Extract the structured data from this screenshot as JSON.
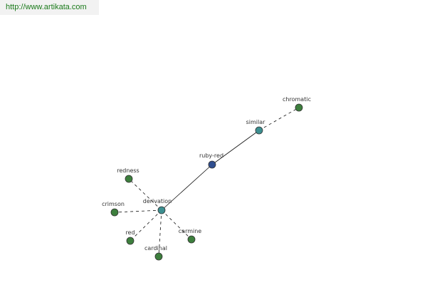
{
  "header": {
    "url_text": "http://www.artikata.com"
  },
  "colors": {
    "center_node": "#2f4e8f",
    "relation_node": "#3c8f90",
    "leaf_node": "#3d7f3d",
    "edge": "#111111"
  },
  "graph": {
    "nodes": [
      {
        "id": "ruby-red",
        "label": "ruby-red",
        "kind": "center",
        "icon": "center-node-icon"
      },
      {
        "id": "similar",
        "label": "similar",
        "kind": "relation",
        "icon": "relation-node-icon"
      },
      {
        "id": "derivation",
        "label": "derivation",
        "kind": "relation",
        "icon": "relation-node-icon"
      },
      {
        "id": "chromatic",
        "label": "chromatic",
        "kind": "leaf",
        "icon": "word-node-icon"
      },
      {
        "id": "redness",
        "label": "redness",
        "kind": "leaf",
        "icon": "word-node-icon"
      },
      {
        "id": "crimson",
        "label": "crimson",
        "kind": "leaf",
        "icon": "word-node-icon"
      },
      {
        "id": "red",
        "label": "red",
        "kind": "leaf",
        "icon": "word-node-icon"
      },
      {
        "id": "cardinal",
        "label": "cardinal",
        "kind": "leaf",
        "icon": "word-node-icon"
      },
      {
        "id": "carmine",
        "label": "carmine",
        "kind": "leaf",
        "icon": "word-node-icon"
      }
    ],
    "edges": [
      {
        "from": "ruby-red",
        "to": "similar",
        "style": "solid"
      },
      {
        "from": "ruby-red",
        "to": "derivation",
        "style": "solid"
      },
      {
        "from": "similar",
        "to": "chromatic",
        "style": "dashed"
      },
      {
        "from": "derivation",
        "to": "redness",
        "style": "dashed"
      },
      {
        "from": "derivation",
        "to": "crimson",
        "style": "dashed"
      },
      {
        "from": "derivation",
        "to": "red",
        "style": "dashed"
      },
      {
        "from": "derivation",
        "to": "cardinal",
        "style": "dashed"
      },
      {
        "from": "derivation",
        "to": "carmine",
        "style": "dashed"
      }
    ]
  }
}
